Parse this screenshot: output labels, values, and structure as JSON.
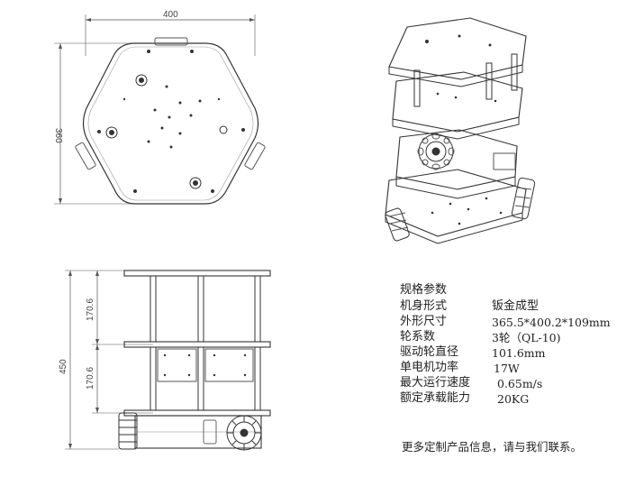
{
  "dimensions": {
    "top_width": "400",
    "top_height": "360",
    "side_total": "450",
    "side_upper": "170.6",
    "side_lower": "170.6"
  },
  "specs": {
    "heading": "规格参数",
    "rows": [
      {
        "label": "机身形式",
        "value": "钣金成型"
      },
      {
        "label": "外形尺寸",
        "value": "365.5*400.2*109mm"
      },
      {
        "label": "轮系数",
        "value": "3轮（QL-10)"
      },
      {
        "label": "驱动轮直径",
        "value": "101.6mm"
      },
      {
        "label": "单电机功率",
        "value": "17W"
      },
      {
        "label": "最大运行速度",
        "value": "0.65m/s"
      },
      {
        "label": "额定承载能力",
        "value": "20KG"
      }
    ]
  },
  "footer": "更多定制产品信息，请与我们联系。"
}
